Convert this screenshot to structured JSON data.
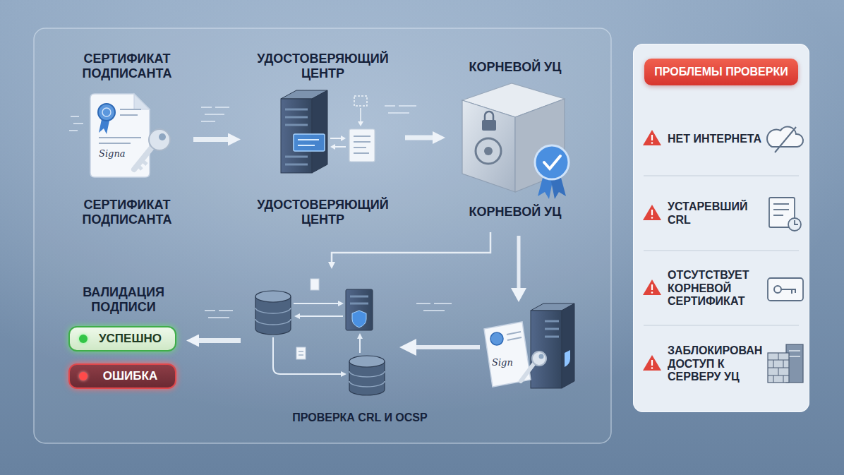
{
  "diagram": {
    "nodes": [
      {
        "text": [
          "СЕРТИФИКАТ ПОДПИСАНТА",
          "СЕРТИФИКАТ ПОДПИСАНТА"
        ]
      },
      {
        "text": [
          "УДОСТОВЕРЯЮЩИЙ ЦЕНТР",
          "УДОСТОВЕРЯЮЩИЙ ЦЕНТР"
        ]
      },
      {
        "text": [
          "КОРНЕВОЙ УЦ",
          "КОРНЕВОЙ УЦ"
        ]
      },
      {
        "text": [
          "ПРОВЕРКА CRL И OCSP"
        ]
      },
      {
        "text": [
          "ВАЛИДАЦИЯ ПОДПИСИ"
        ]
      },
      {
        "text": [
          "УСПЕШНО"
        ],
        "in": 4
      },
      {
        "text": [
          "ОШИБКА"
        ],
        "in": 4
      },
      {
        "text": [
          "ПРОБЛЕМЫ ПРОВЕРКИ"
        ]
      },
      {
        "text": [
          "НЕТ ИНТЕРНЕТА"
        ],
        "in": 7
      },
      {
        "text": [
          "УСТАРЕВШИЙ CRL"
        ],
        "in": 7
      },
      {
        "text": [
          "ОТСУТСТВУЕТ КОРНЕВОЙ СЕРТИФИКАТ"
        ],
        "in": 7
      },
      {
        "text": [
          "ЗАБЛОКИРОВАН ДОСТУП К СЕРВЕРУ УЦ"
        ],
        "in": 7
      }
    ],
    "edges": [
      {
        "from": 0,
        "to": 1,
        "arrow": "to"
      },
      {
        "from": 1,
        "to": 2,
        "arrow": "to"
      },
      {
        "from": 2,
        "to": 3,
        "arrow": "to"
      },
      {
        "from": 3,
        "to": 4,
        "arrow": "to"
      }
    ],
    "labels": [
      "Signa",
      "Sign"
    ]
  }
}
